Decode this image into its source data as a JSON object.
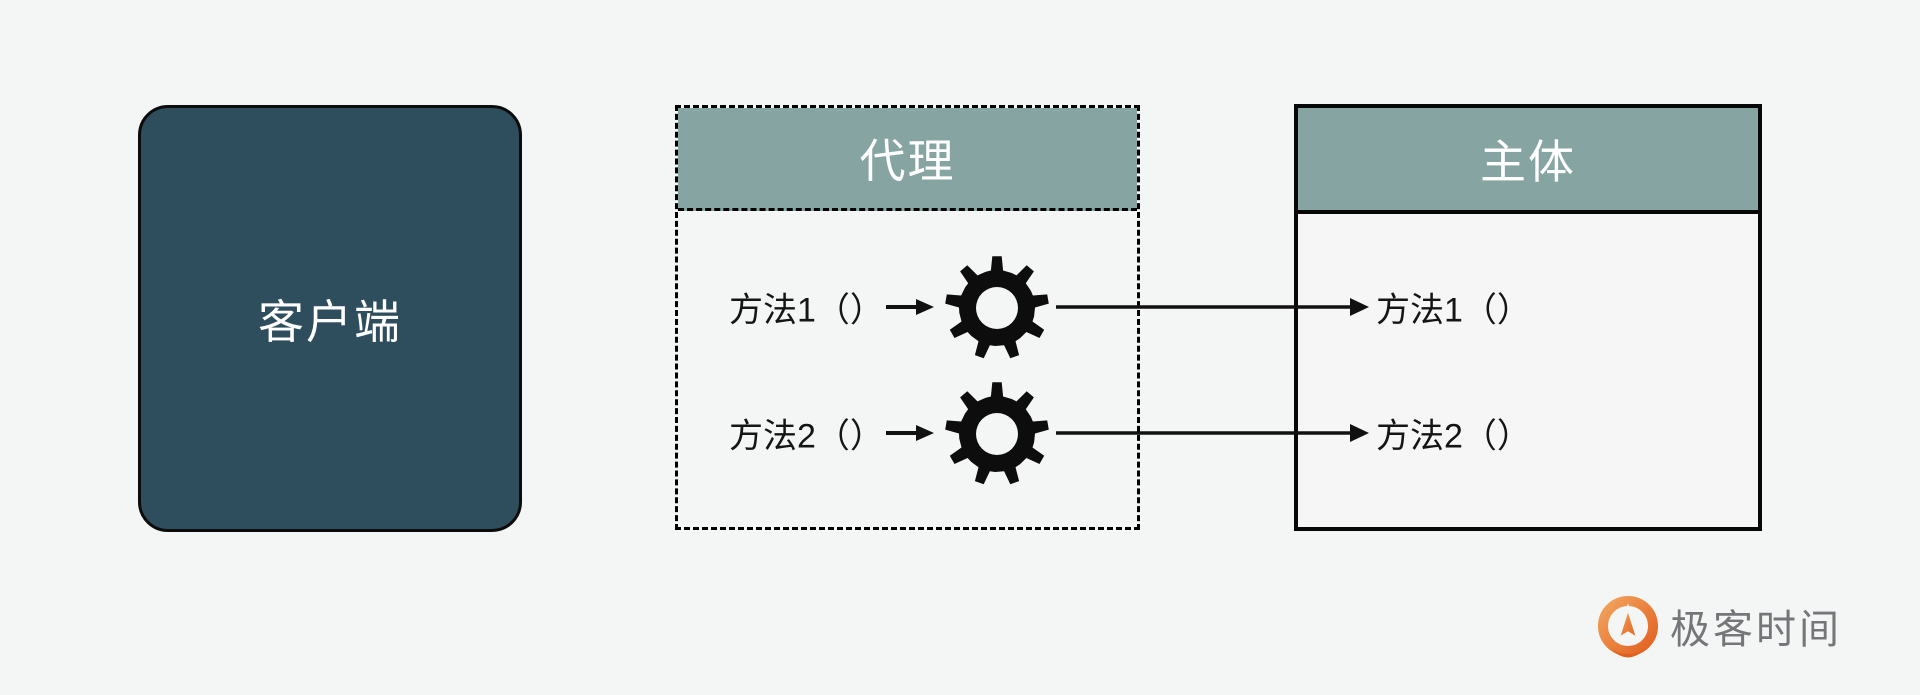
{
  "diagram_title": "proxy-pattern-diagram",
  "background_color": "#f4f6f5",
  "client_box": {
    "label": "客户端",
    "fill_color": "#2f4e5d",
    "text_color": "#ffffff"
  },
  "proxy_box": {
    "title": "代理",
    "header_fill": "#85a4a2",
    "border_style": "dashed",
    "methods": [
      {
        "label": "方法1（）"
      },
      {
        "label": "方法2（）"
      }
    ]
  },
  "subject_box": {
    "title": "主体",
    "header_fill": "#85a4a2",
    "border_style": "solid",
    "methods": [
      {
        "label": "方法1（）"
      },
      {
        "label": "方法2（）"
      }
    ]
  },
  "connections": [
    {
      "from": "代理.方法1（）",
      "via": "gear-icon",
      "to": "主体.方法1（）"
    },
    {
      "from": "代理.方法2（）",
      "via": "gear-icon",
      "to": "主体.方法2（）"
    }
  ],
  "icons": {
    "gear": "gear-icon",
    "arrow": "right-arrow"
  },
  "logo": {
    "text": "极客时间",
    "text_color": "#757679",
    "icon_color": "#e8702e"
  }
}
